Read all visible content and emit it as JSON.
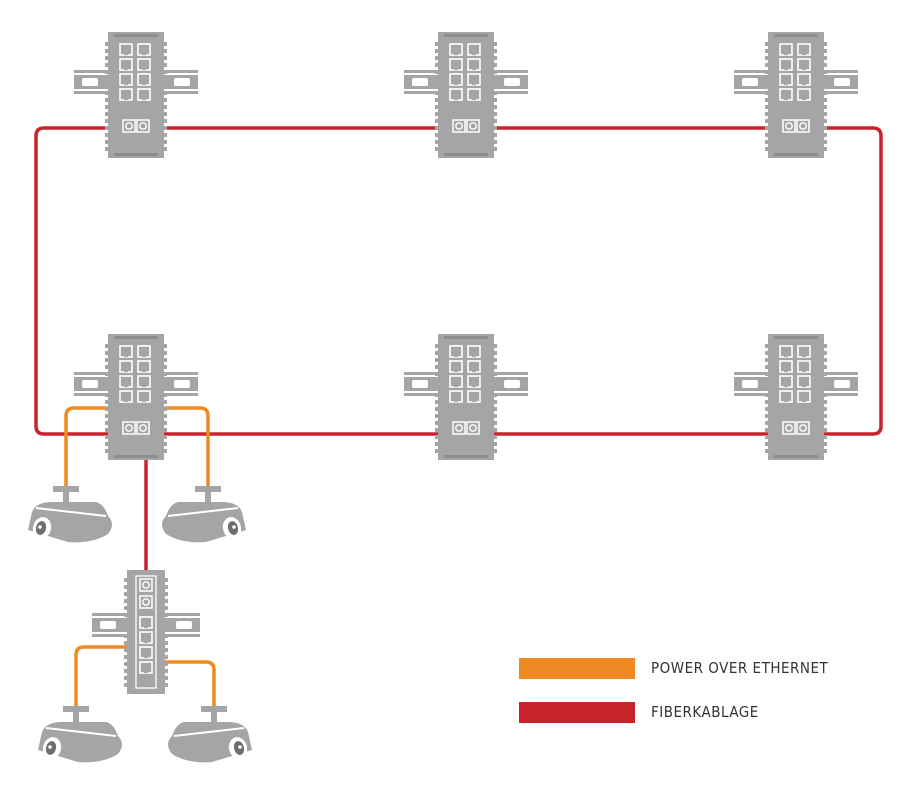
{
  "colors": {
    "poe": "#ef8a22",
    "fiber": "#c8232c",
    "device": "#a5a5a6",
    "device_dark": "#6e6e6e",
    "background": "#ffffff"
  },
  "legend": {
    "items": [
      {
        "key": "poe",
        "label": "POWER OVER ETHERNET",
        "color": "#ef8a22"
      },
      {
        "key": "fiber",
        "label": "FIBERKABLAGE",
        "color": "#c8232c"
      }
    ]
  },
  "network": {
    "ring_switches": [
      {
        "id": "switch-top-left",
        "type": "din-rail-switch"
      },
      {
        "id": "switch-top-middle",
        "type": "din-rail-switch"
      },
      {
        "id": "switch-top-right",
        "type": "din-rail-switch"
      },
      {
        "id": "switch-bottom-left",
        "type": "din-rail-switch"
      },
      {
        "id": "switch-bottom-middle",
        "type": "din-rail-switch"
      },
      {
        "id": "switch-bottom-right",
        "type": "din-rail-switch"
      }
    ],
    "branch_switch": {
      "id": "switch-branch",
      "type": "din-rail-switch-small"
    },
    "cameras": [
      {
        "id": "camera-1",
        "icon": "cctv-camera-icon",
        "connection": "poe"
      },
      {
        "id": "camera-2",
        "icon": "cctv-camera-icon",
        "connection": "poe"
      },
      {
        "id": "camera-3",
        "icon": "cctv-camera-icon",
        "connection": "poe"
      },
      {
        "id": "camera-4",
        "icon": "cctv-camera-icon",
        "connection": "poe"
      }
    ],
    "links": [
      {
        "id": "fiber-ring",
        "type": "fiber"
      },
      {
        "id": "fiber-branch",
        "type": "fiber"
      },
      {
        "id": "poe-camera-1",
        "type": "poe"
      },
      {
        "id": "poe-camera-2",
        "type": "poe"
      },
      {
        "id": "poe-camera-3",
        "type": "poe"
      },
      {
        "id": "poe-camera-4",
        "type": "poe"
      }
    ]
  }
}
